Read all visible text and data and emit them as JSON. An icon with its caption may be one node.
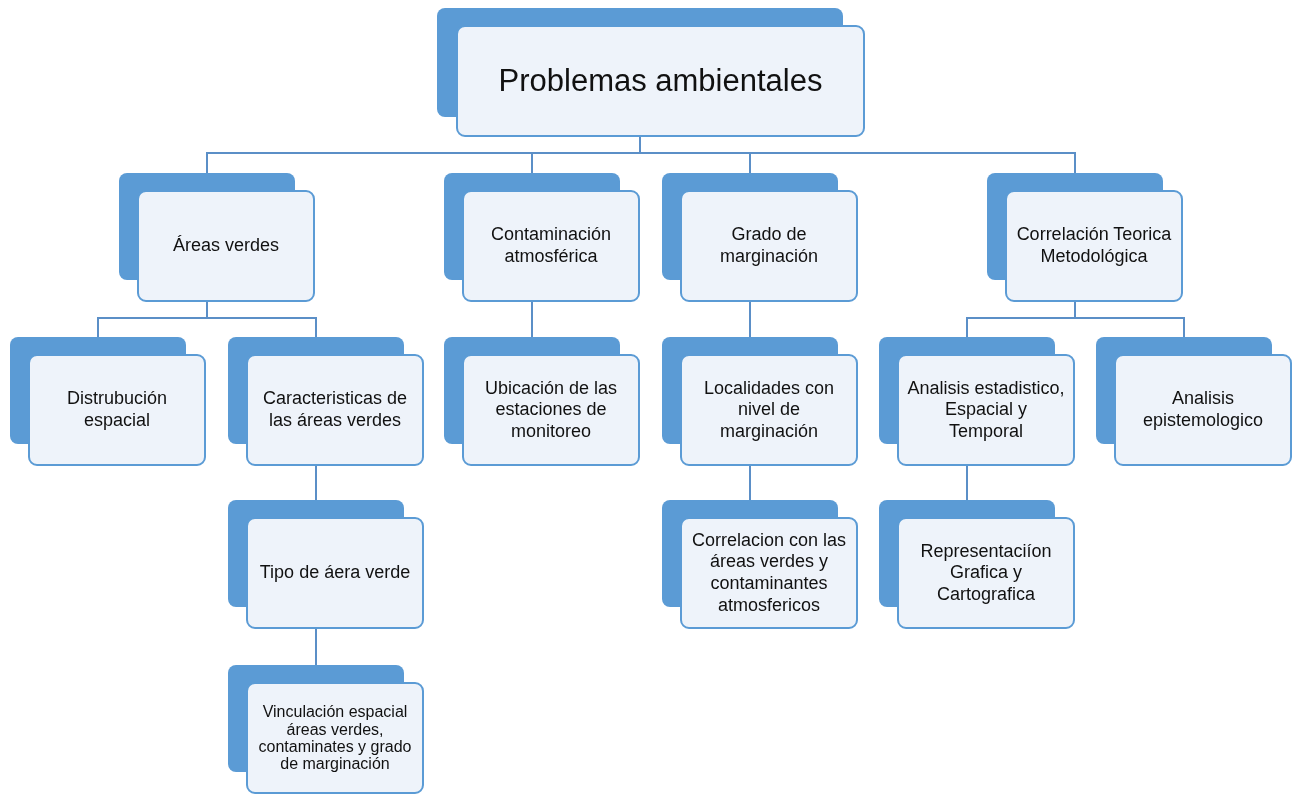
{
  "diagram": {
    "nodes": [
      {
        "text": [
          "Problemas ambientales"
        ]
      },
      {
        "text": [
          "Áreas verdes"
        ]
      },
      {
        "text": [
          "Contaminación atmosférica"
        ]
      },
      {
        "text": [
          "Grado de marginación"
        ]
      },
      {
        "text": [
          "Correlación Teorica Metodológica"
        ]
      },
      {
        "text": [
          "Distrubución espacial"
        ]
      },
      {
        "text": [
          "Caracteristicas de las áreas verdes"
        ]
      },
      {
        "text": [
          "Ubicación de las estaciones de monitoreo"
        ]
      },
      {
        "text": [
          "Localidades con nivel de marginación"
        ]
      },
      {
        "text": [
          "Analisis estadistico, Espacial y Temporal"
        ]
      },
      {
        "text": [
          "Analisis epistemologico"
        ]
      },
      {
        "text": [
          "Tipo de áera verde"
        ]
      },
      {
        "text": [
          "Correlacion con las áreas verdes y contaminantes atmosfericos"
        ]
      },
      {
        "text": [
          "Representaciíon Grafica y Cartografica"
        ]
      },
      {
        "text": [
          "Vinculación espacial áreas verdes, contaminates y grado de marginación"
        ]
      }
    ],
    "edges": [
      {
        "from": 0,
        "to": 1,
        "arrow": "none"
      },
      {
        "from": 0,
        "to": 2,
        "arrow": "none"
      },
      {
        "from": 0,
        "to": 3,
        "arrow": "none"
      },
      {
        "from": 0,
        "to": 4,
        "arrow": "none"
      },
      {
        "from": 1,
        "to": 5,
        "arrow": "none"
      },
      {
        "from": 1,
        "to": 6,
        "arrow": "none"
      },
      {
        "from": 2,
        "to": 7,
        "arrow": "none"
      },
      {
        "from": 3,
        "to": 8,
        "arrow": "none"
      },
      {
        "from": 4,
        "to": 9,
        "arrow": "none"
      },
      {
        "from": 4,
        "to": 10,
        "arrow": "none"
      },
      {
        "from": 6,
        "to": 11,
        "arrow": "none"
      },
      {
        "from": 8,
        "to": 12,
        "arrow": "none"
      },
      {
        "from": 9,
        "to": 13,
        "arrow": "none"
      },
      {
        "from": 11,
        "to": 14,
        "arrow": "none"
      }
    ]
  }
}
